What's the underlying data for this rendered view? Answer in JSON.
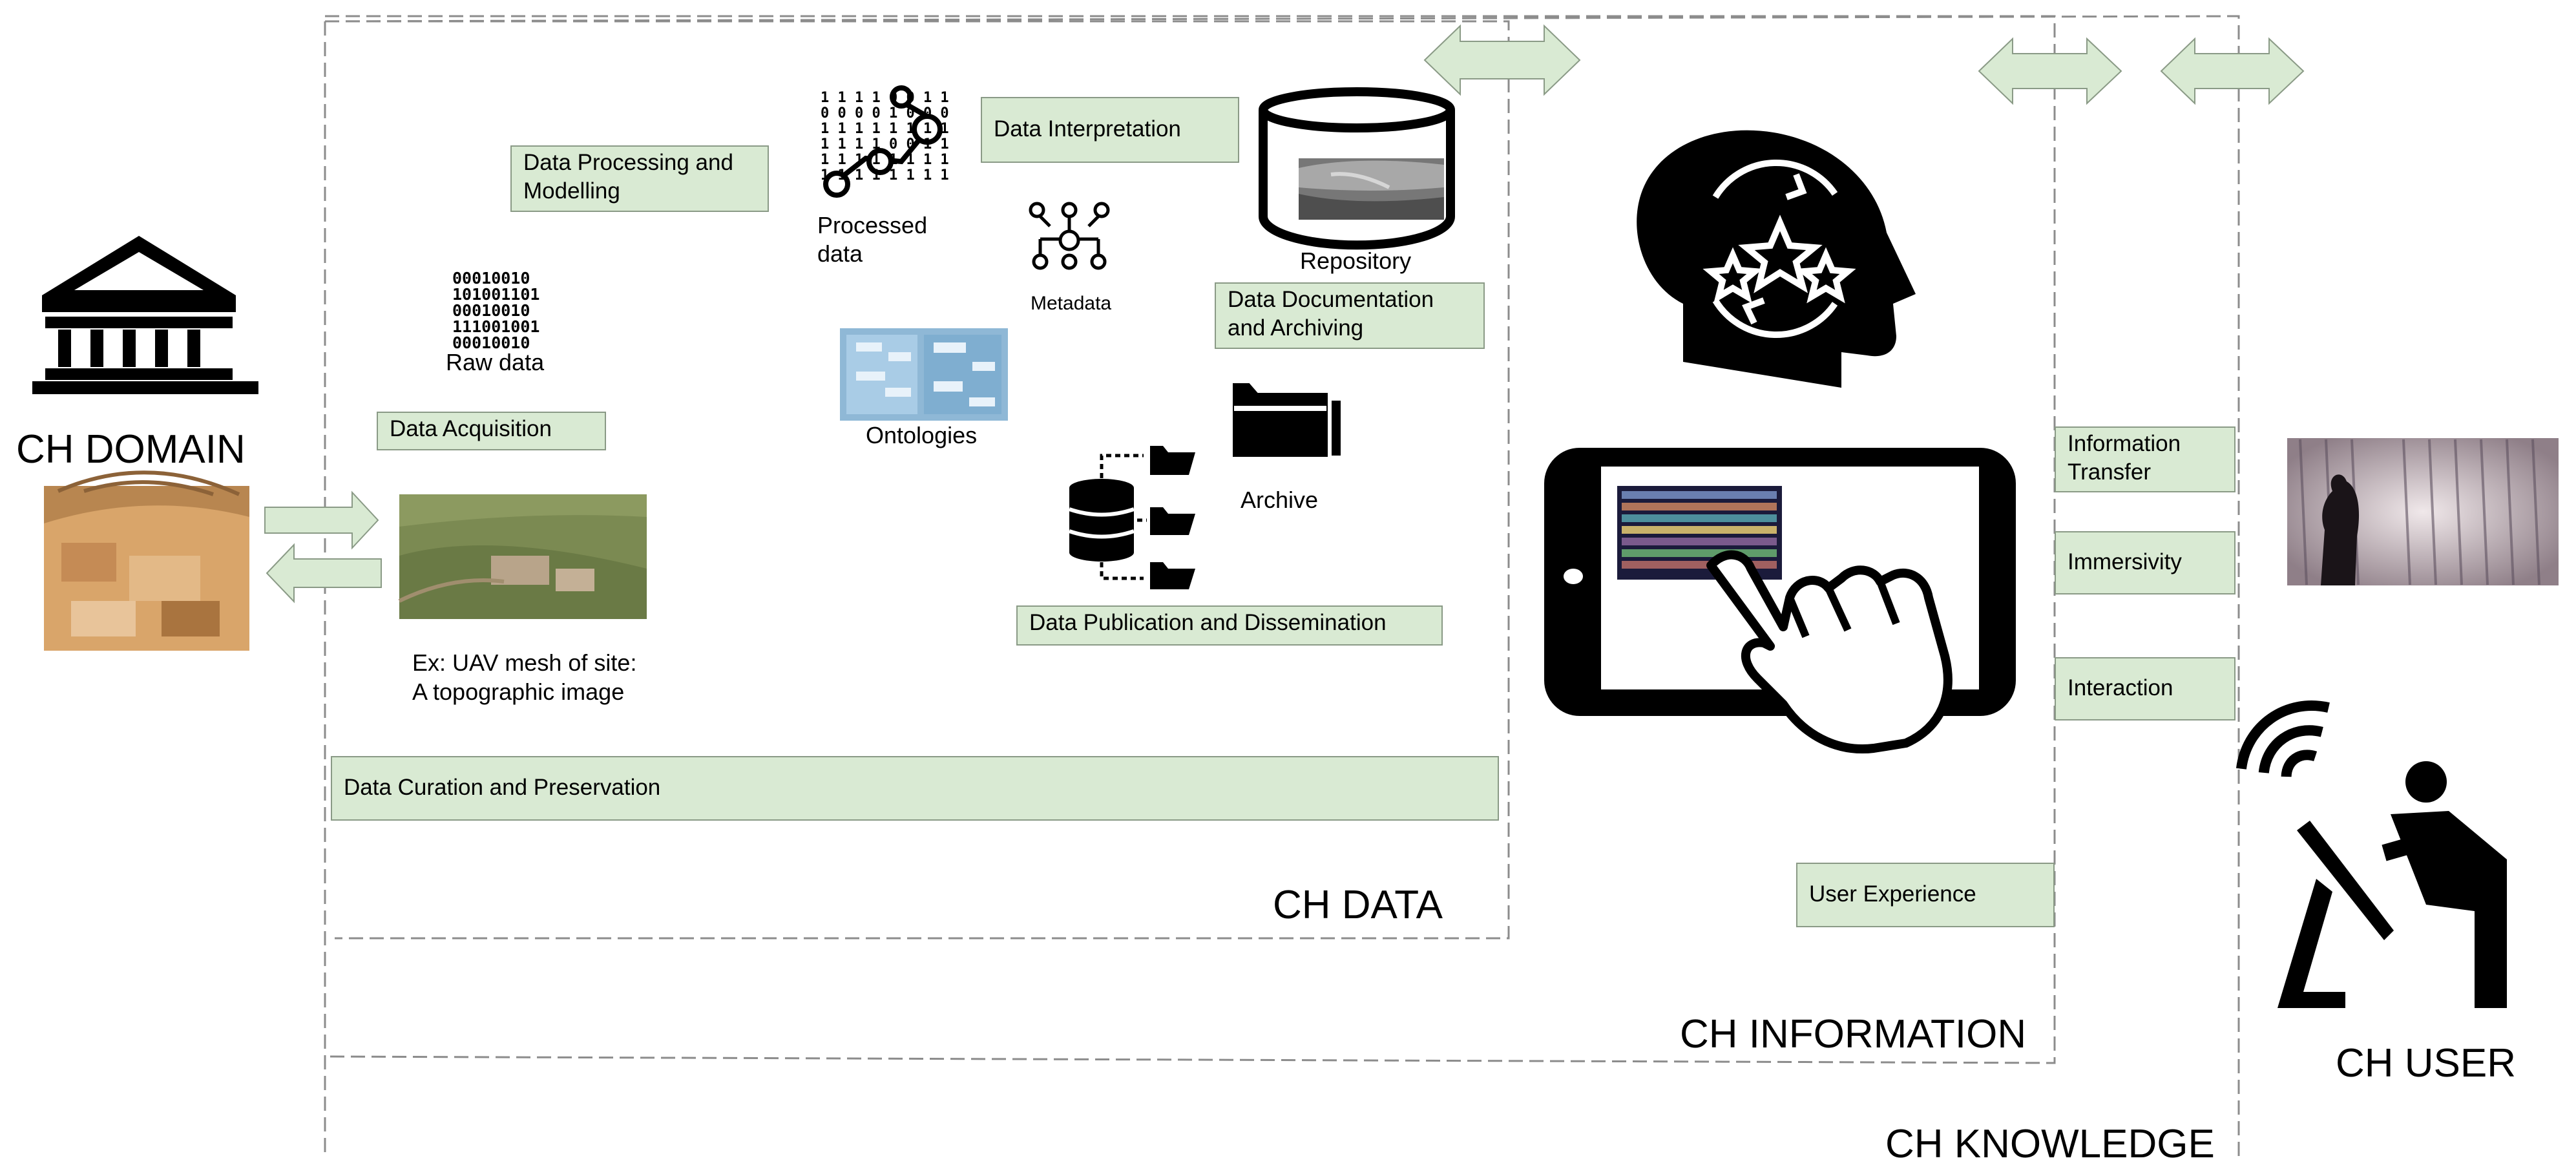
{
  "regions": {
    "domain": "CH DOMAIN",
    "data": "CH DATA",
    "information": "CH INFORMATION",
    "knowledge": "CH KNOWLEDGE",
    "user": "CH USER"
  },
  "process_boxes": {
    "data_acquisition": "Data Acquisition",
    "data_processing_1": "Data Processing and",
    "data_processing_2": "Modelling",
    "data_interpretation": "Data Interpretation",
    "data_documentation_1": "Data Documentation",
    "data_documentation_2": "and Archiving",
    "data_publication": "Data Publication and Dissemination",
    "data_curation": "Data Curation and Preservation",
    "information_transfer_1": "Information",
    "information_transfer_2": "Transfer",
    "immersivity": "Immersivity",
    "interaction": "Interaction",
    "user_experience": "User Experience"
  },
  "item_labels": {
    "raw_data": "Raw data",
    "processed_1": "Processed",
    "processed_2": "data",
    "metadata": "Metadata",
    "ontologies": "Ontologies",
    "repository": "Repository",
    "archive": "Archive",
    "example_1": "Ex: UAV mesh of site:",
    "example_2": "A topographic image"
  },
  "binary_code": "00010010\n101001101\n00010010\n111001001\n00010010",
  "icons": {
    "domain": "classical-temple-icon",
    "user": "person-with-wifi-device-icon",
    "information": "head-with-stars-icon",
    "tablet": "tablet-with-pointing-hand-icon",
    "repository": "database-cylinder-icon",
    "archive": "folders-icon",
    "publication": "database-to-files-icon",
    "metadata": "network-nodes-icon",
    "processed": "binary-grid-icon",
    "raw": "binary-digits-icon"
  },
  "colors": {
    "box_fill": "#d9ead3",
    "box_border": "#8a9a86",
    "dashed_line": "#8c8c8c",
    "icon": "#000000"
  }
}
